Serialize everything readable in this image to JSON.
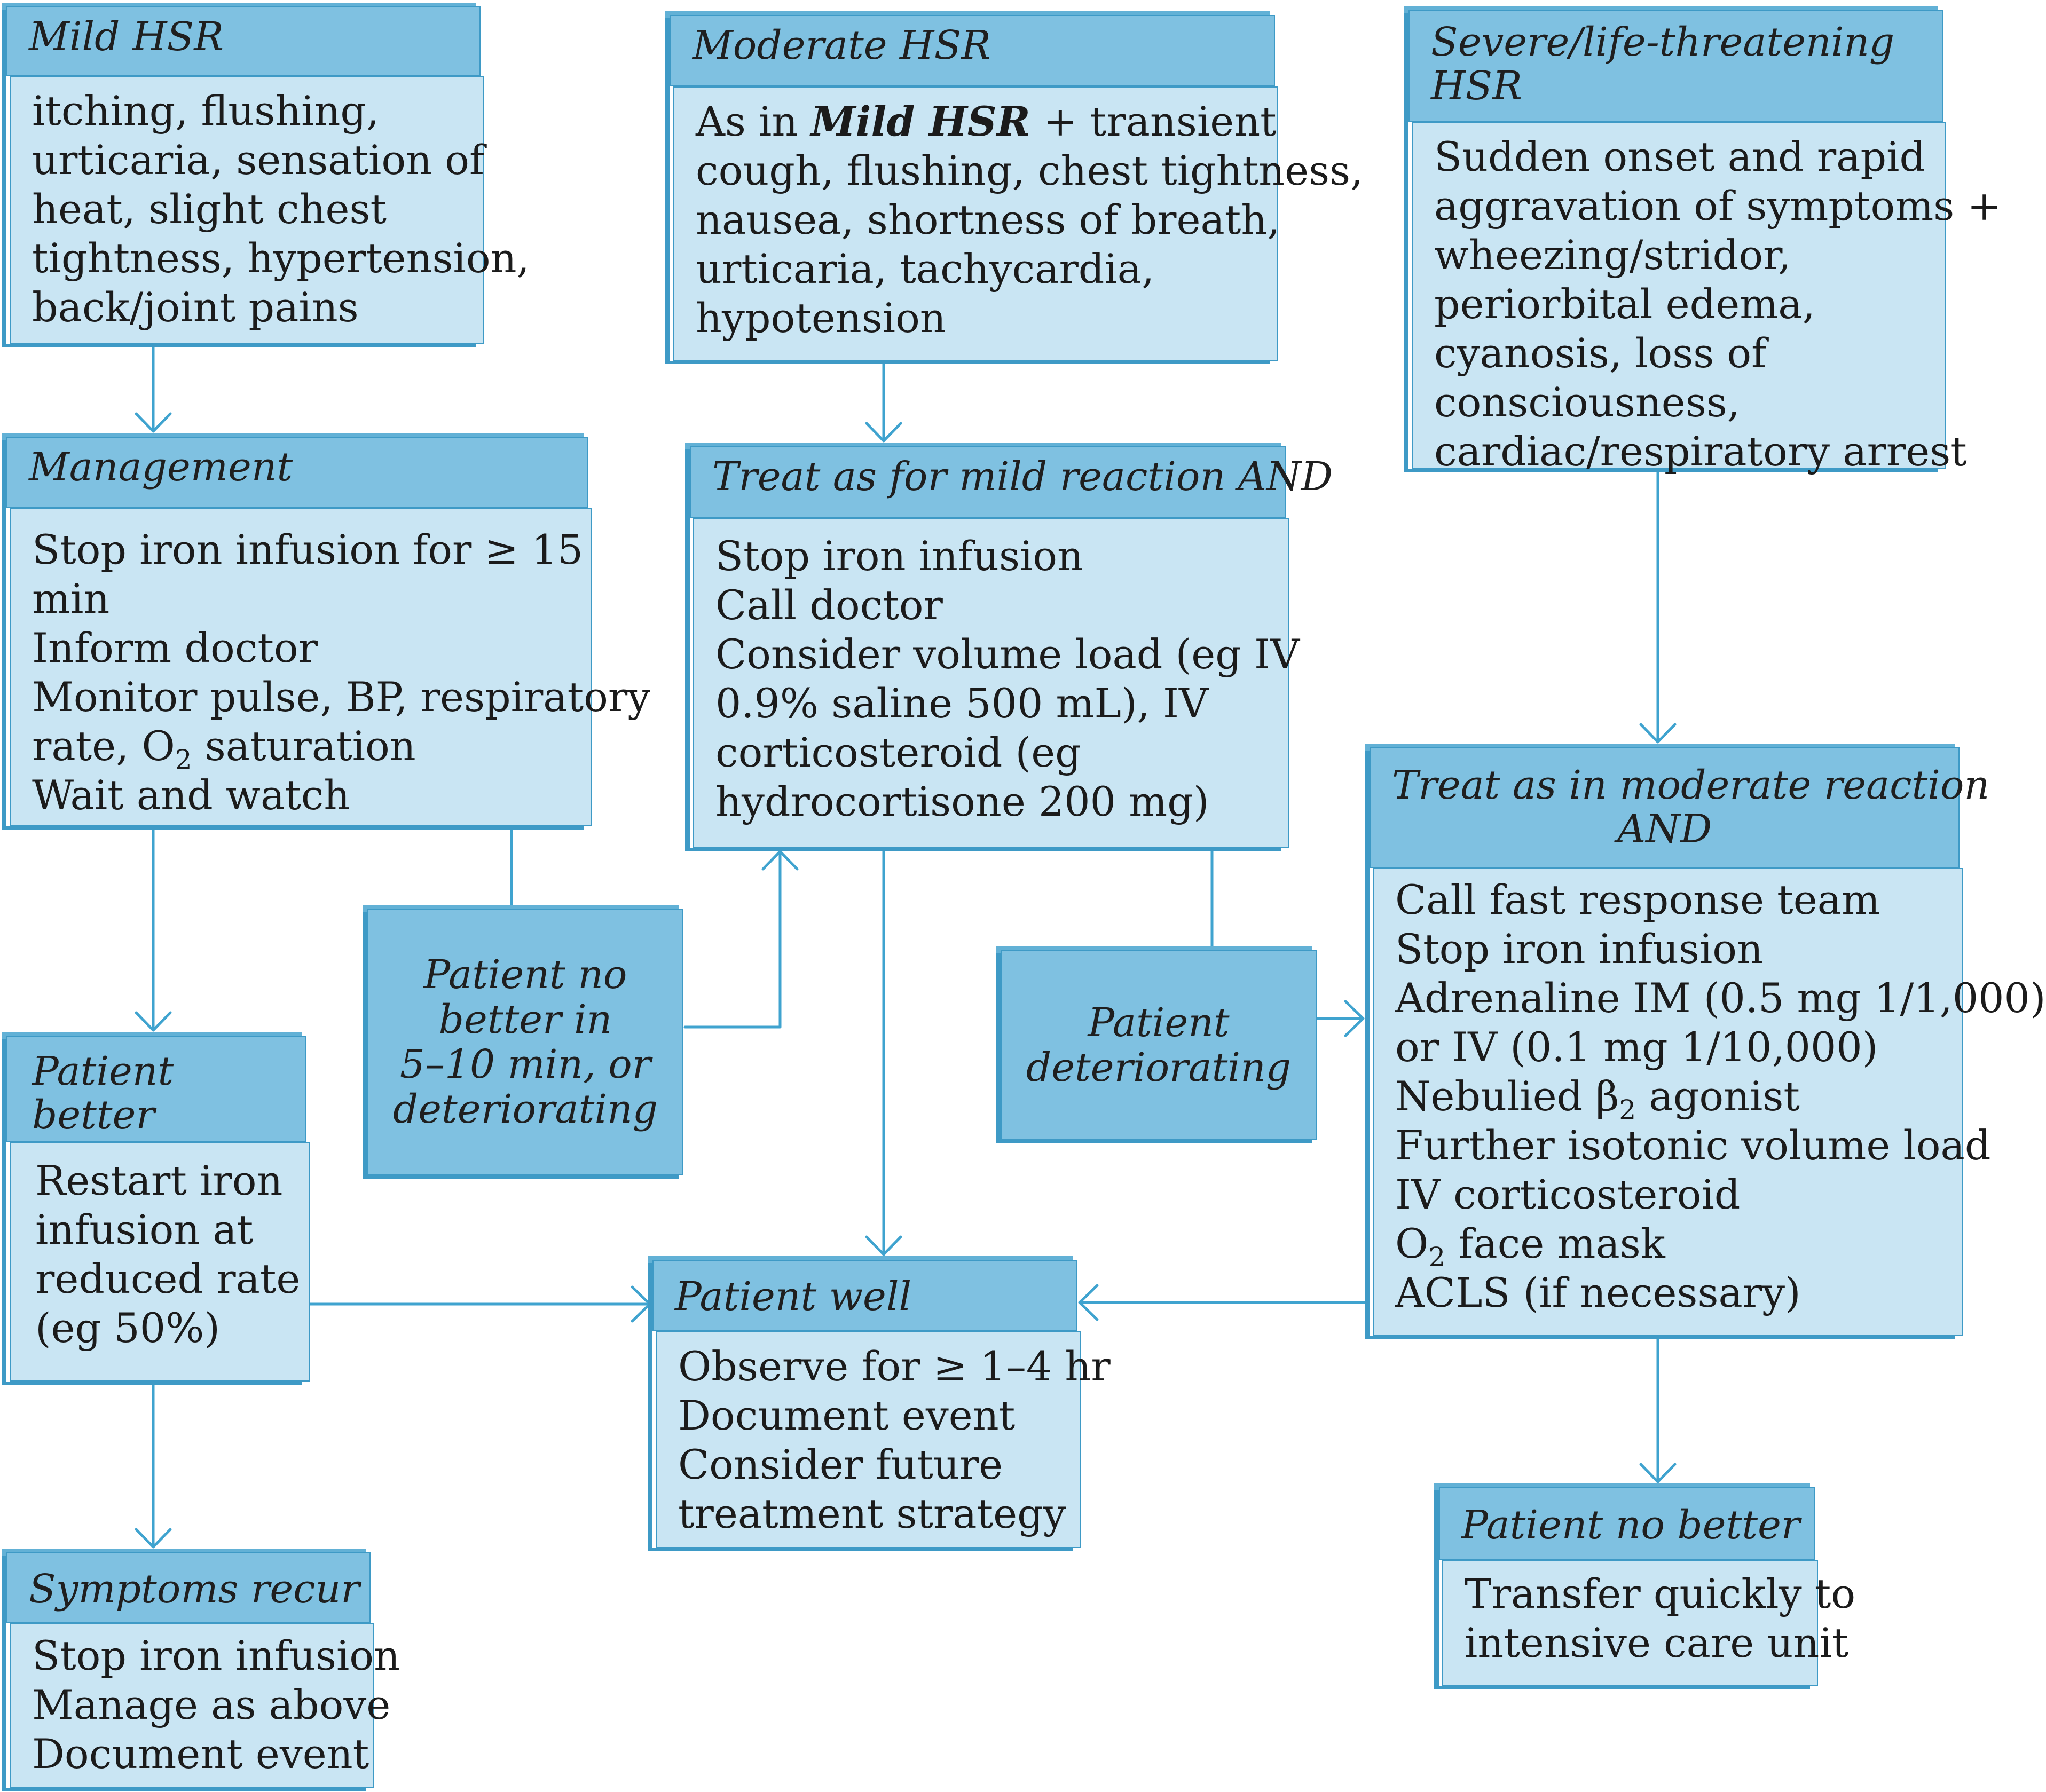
{
  "colors": {
    "header": "#7fc1e1",
    "body": "#c9e5f3",
    "border": "#3e9ac6",
    "arrow": "#3fa3cf"
  },
  "mild": {
    "title": "Mild HSR",
    "lines": [
      "itching, flushing,",
      "urticaria, sensation of",
      "heat, slight chest",
      "tightness, hypertension,",
      "back/joint pains"
    ]
  },
  "moderate": {
    "title": "Moderate HSR",
    "lead_bold": "Mild HSR",
    "lead_pre": "As in ",
    "lead_post": " + transient",
    "lines": [
      "cough, flushing, chest tightness,",
      "nausea, shortness of breath,",
      "urticaria, tachycardia,",
      "hypotension"
    ]
  },
  "severe": {
    "title_lines": [
      "Severe/life-threatening",
      "HSR"
    ],
    "lines": [
      "Sudden onset and rapid",
      "aggravation of symptoms +",
      "wheezing/stridor,",
      "periorbital edema,",
      "cyanosis, loss of",
      "consciousness,",
      "cardiac/respiratory arrest"
    ]
  },
  "management": {
    "title": "Management",
    "lines": [
      "Stop iron infusion for ≥ 15",
      "min",
      "Inform doctor",
      "Monitor pulse, BP, respiratory"
    ],
    "o2_pre": "rate, O",
    "o2_sub": "2",
    "o2_post": " saturation",
    "last": "Wait and watch"
  },
  "treat_mild": {
    "title": "Treat as for mild reaction AND",
    "lines": [
      "Stop iron infusion",
      "Call doctor",
      "Consider volume load (eg IV",
      "0.9% saline 500 mL), IV",
      "corticosteroid (eg",
      "hydrocortisone 200 mg)"
    ]
  },
  "treat_moderate": {
    "title_lines": [
      "Treat as in moderate reaction",
      "AND"
    ],
    "lines_a": [
      "Call fast response team",
      "Stop iron infusion",
      "Adrenaline IM (0.5 mg 1/1,000)",
      "or IV (0.1 mg 1/10,000)"
    ],
    "neb_pre": "Nebulied β",
    "neb_sub": "2",
    "neb_post": " agonist",
    "lines_b": [
      "Further isotonic volume load",
      "IV corticosteroid"
    ],
    "o2_pre": "O",
    "o2_sub": "2",
    "o2_post": " face mask",
    "last": "ACLS (if necessary)"
  },
  "no_better_decision": {
    "lines": [
      "Patient no",
      "better in",
      "5–10 min, or",
      "deteriorating"
    ]
  },
  "deteriorating_decision": {
    "lines": [
      "Patient",
      "deteriorating"
    ]
  },
  "patient_better": {
    "title_lines": [
      "Patient",
      "better"
    ],
    "lines": [
      "Restart iron",
      "infusion at",
      "reduced rate",
      "(eg 50%)"
    ]
  },
  "patient_well": {
    "title": "Patient well",
    "lines": [
      "Observe for ≥ 1–4 hr",
      "Document event",
      "Consider future",
      "treatment strategy"
    ]
  },
  "symptoms_recur": {
    "title": "Symptoms recur",
    "lines": [
      "Stop iron infusion",
      "Manage as above",
      "Document event"
    ]
  },
  "patient_no_better": {
    "title": "Patient no better",
    "lines": [
      "Transfer quickly to",
      "intensive care unit"
    ]
  }
}
